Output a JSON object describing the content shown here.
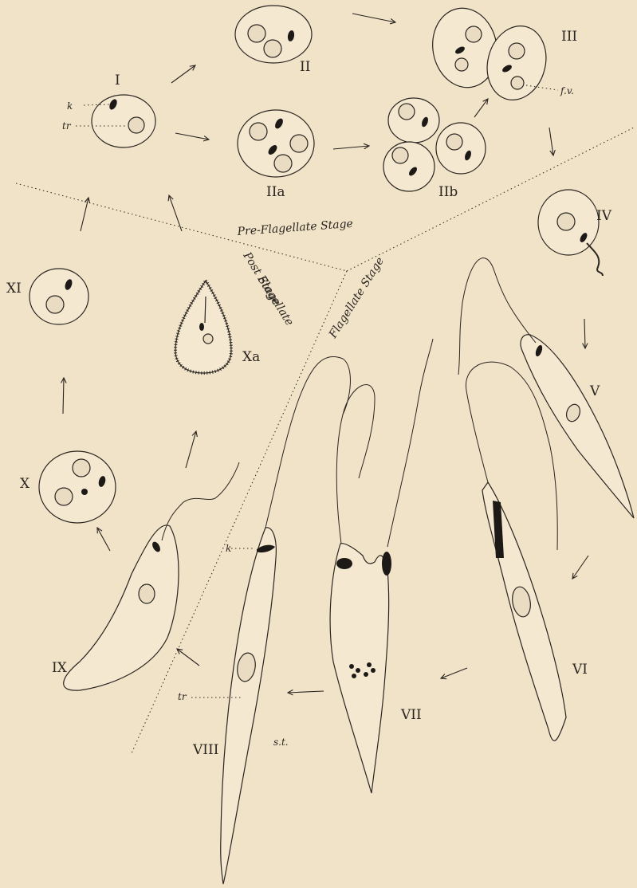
{
  "stages": {
    "pre_flagellate": "Pre-Flagellate Stage",
    "post_flagellate_line1": "Post Flagellate",
    "post_flagellate_line2": "Stage",
    "flagellate": "Flagellate Stage"
  },
  "figures": {
    "I": "I",
    "II": "II",
    "IIa": "IIa",
    "IIb": "IIb",
    "III": "III",
    "IV": "IV",
    "V": "V",
    "VI": "VI",
    "VII": "VII",
    "VIII": "VIII",
    "IX": "IX",
    "X": "X",
    "Xa": "Xa",
    "XI": "XI"
  },
  "labels": {
    "k_top": "k",
    "tr_top": "tr",
    "fv": "f.v.",
    "k_bottom": "k",
    "tr_bottom": "tr",
    "st": "s.t."
  }
}
